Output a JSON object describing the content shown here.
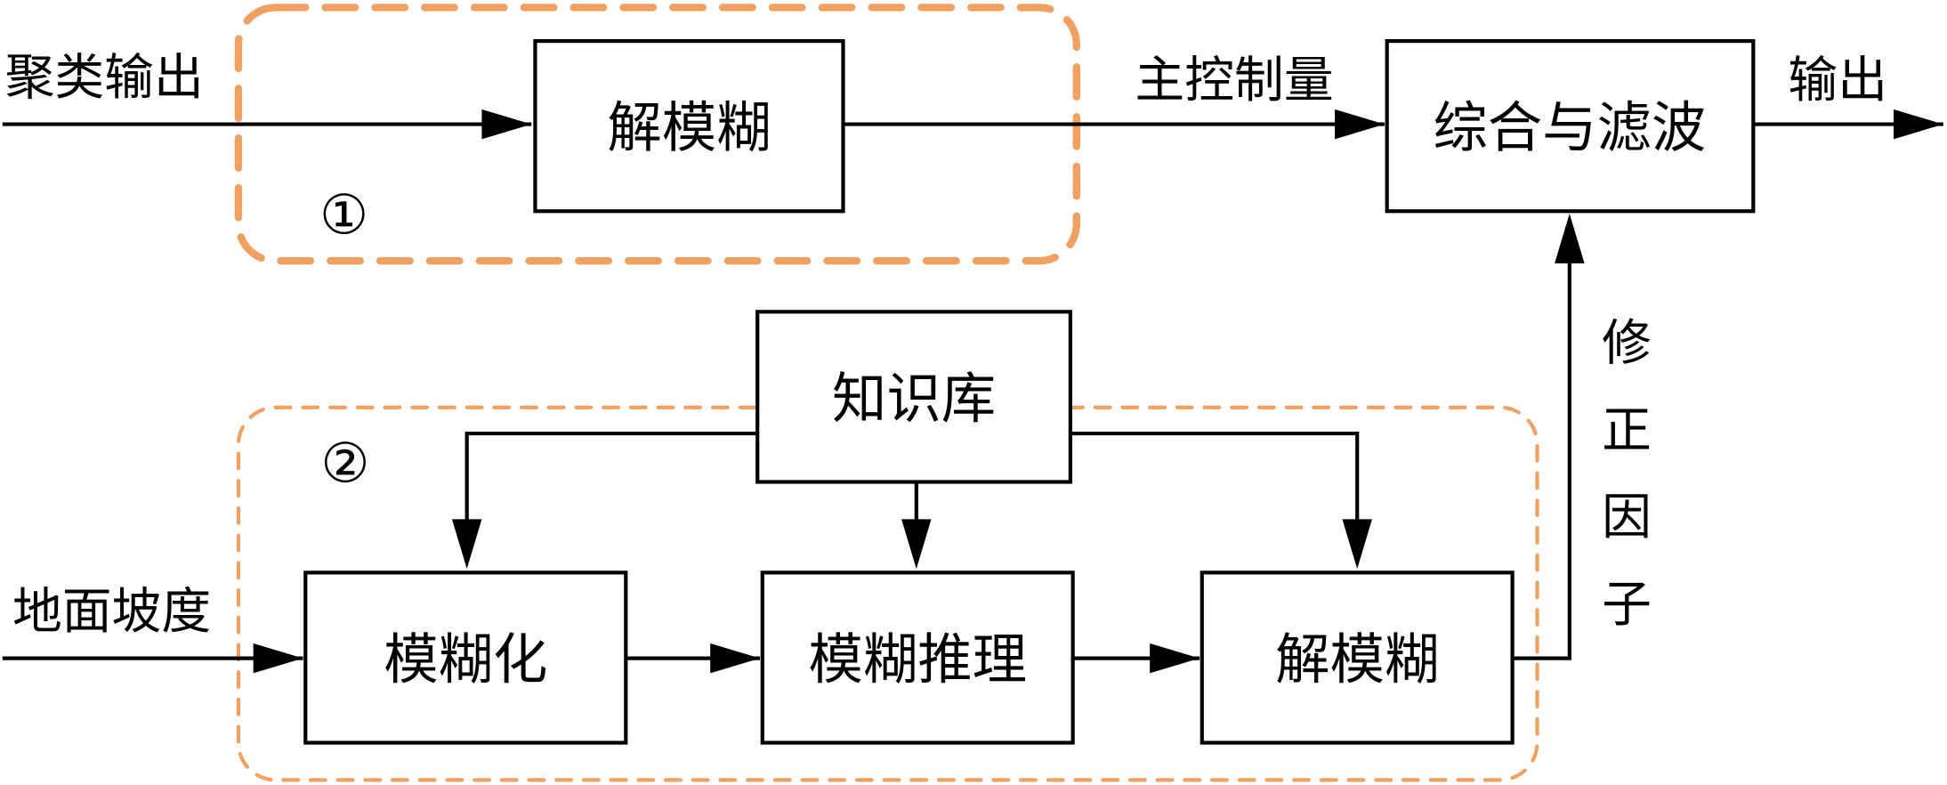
{
  "diagram": {
    "inputs": {
      "cluster_output": "聚类输出",
      "ground_slope": "地面坡度"
    },
    "outputs": {
      "main_control": "主控制量",
      "output": "输出",
      "correction_factor": "修正因子"
    },
    "blocks": {
      "defuzzify_1": "解模糊",
      "synthesis_filter": "综合与滤波",
      "knowledge_base": "知识库",
      "fuzzify": "模糊化",
      "fuzzy_inference": "模糊推理",
      "defuzzify_2": "解模糊"
    },
    "groups": {
      "group1_label": "①",
      "group2_label": "②"
    },
    "colors": {
      "group_border": "#F0A060",
      "line": "#000000"
    }
  }
}
